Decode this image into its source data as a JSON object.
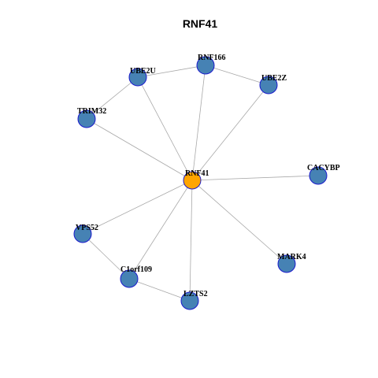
{
  "title": "RNF41",
  "colors": {
    "node_default": "#4682b4",
    "node_center": "#ffa500",
    "node_stroke": "#1a1acc",
    "edge": "#a8a8a8"
  },
  "nodes": [
    {
      "id": "RNF41",
      "label": "RNF41",
      "center": true
    },
    {
      "id": "RNF166",
      "label": "RNF166"
    },
    {
      "id": "UBE2U",
      "label": "UBE2U"
    },
    {
      "id": "UBE2Z",
      "label": "UBE2Z"
    },
    {
      "id": "TRIM32",
      "label": "TRIM32"
    },
    {
      "id": "CACYBP",
      "label": "CACYBP"
    },
    {
      "id": "VPS52",
      "label": "VPS52"
    },
    {
      "id": "MARK4",
      "label": "MARK4"
    },
    {
      "id": "C1orf109",
      "label": "C1orf109"
    },
    {
      "id": "LZTS2",
      "label": "LZTS2"
    }
  ],
  "edges": [
    [
      "RNF41",
      "RNF166"
    ],
    [
      "RNF41",
      "UBE2U"
    ],
    [
      "RNF41",
      "UBE2Z"
    ],
    [
      "RNF41",
      "TRIM32"
    ],
    [
      "RNF41",
      "CACYBP"
    ],
    [
      "RNF41",
      "VPS52"
    ],
    [
      "RNF41",
      "MARK4"
    ],
    [
      "RNF41",
      "C1orf109"
    ],
    [
      "RNF41",
      "LZTS2"
    ],
    [
      "UBE2U",
      "RNF166"
    ],
    [
      "RNF166",
      "UBE2Z"
    ],
    [
      "UBE2U",
      "TRIM32"
    ],
    [
      "VPS52",
      "C1orf109"
    ],
    [
      "C1orf109",
      "LZTS2"
    ]
  ]
}
